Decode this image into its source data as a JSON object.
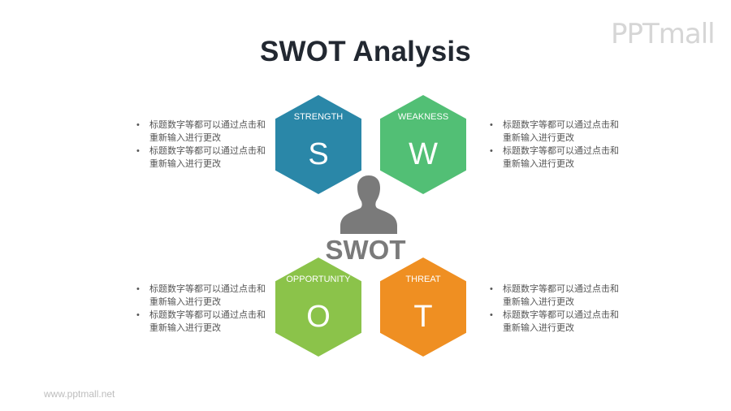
{
  "title": "SWOT Analysis",
  "logo": "PPTmall",
  "footer": "www.pptmall.net",
  "center": {
    "label": "SWOT",
    "icon": "person-icon"
  },
  "colors": {
    "strength": "#2a87a8",
    "weakness": "#52bf75",
    "opportunity": "#8bc34a",
    "threat": "#ef8f22"
  },
  "quadrants": {
    "strength": {
      "label": "STRENGTH",
      "letter": "S"
    },
    "weakness": {
      "label": "WEAKNESS",
      "letter": "W"
    },
    "opportunity": {
      "label": "OPPORTUNITY",
      "letter": "O"
    },
    "threat": {
      "label": "THREAT",
      "letter": "T"
    }
  },
  "bullets": {
    "top_left": [
      "标题数字等都可以通过点击和重新输入进行更改",
      "标题数字等都可以通过点击和重新输入进行更改"
    ],
    "top_right": [
      "标题数字等都可以通过点击和重新输入进行更改",
      "标题数字等都可以通过点击和重新输入进行更改"
    ],
    "bottom_left": [
      "标题数字等都可以通过点击和重新输入进行更改",
      "标题数字等都可以通过点击和重新输入进行更改"
    ],
    "bottom_right": [
      "标题数字等都可以通过点击和重新输入进行更改",
      "标题数字等都可以通过点击和重新输入进行更改"
    ]
  }
}
